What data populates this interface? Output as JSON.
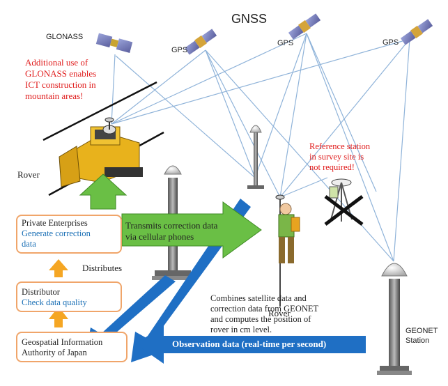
{
  "title": "GNSS",
  "satellites": [
    {
      "label": "GLONASS"
    },
    {
      "label": "GPS"
    },
    {
      "label": "GPS"
    },
    {
      "label": "GPS"
    }
  ],
  "glonass_note": [
    "Additional use of",
    "GLONASS enables",
    "ICT construction in",
    "mountain areas!"
  ],
  "reference_note": [
    "Reference station",
    "in survey site is",
    "not required!"
  ],
  "rover_label_left": "Rover",
  "rover_label_center": "Rover",
  "boxes": {
    "private": {
      "title": "Private Enterprises",
      "sub": [
        "Generate correction",
        "data"
      ]
    },
    "distributor": {
      "title": "Distributor",
      "sub": "Check data quality"
    },
    "gsi": {
      "title": [
        "Geospatial Information",
        "Authority of Japan"
      ]
    }
  },
  "distributes_label": "Distributes",
  "transmit_arrow_text": [
    "Transmits correction data",
    "via cellular phones"
  ],
  "observation_arrow_text": "Observation data (real-time per second)",
  "combine_note": [
    "Combines satellite data and",
    "correction data from GEONET",
    "and computes the position of",
    "rover in cm level."
  ],
  "geonet_label": [
    "GEONET",
    "Station"
  ],
  "colors": {
    "green_arrow": "#6abf45",
    "blue_arrow": "#1f6fc4",
    "orange_arrow": "#f5a623",
    "box_border": "#f0a56a",
    "red_text": "#e01b1b",
    "blue_text": "#1a6fb5"
  }
}
